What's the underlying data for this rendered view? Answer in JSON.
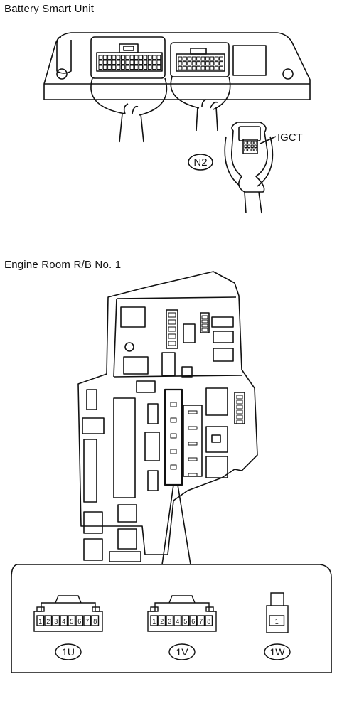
{
  "section_battery": {
    "title": "Battery Smart Unit",
    "wire_label": "IGCT",
    "connector_id": "N2"
  },
  "section_engine_room": {
    "title": "Engine Room R/B No. 1",
    "connectors": [
      {
        "id": "1U",
        "pins": [
          "1",
          "2",
          "3",
          "4",
          "5",
          "6",
          "7",
          "8"
        ]
      },
      {
        "id": "1V",
        "pins": [
          "1",
          "2",
          "3",
          "4",
          "5",
          "6",
          "7",
          "8"
        ]
      },
      {
        "id": "1W",
        "pins": [
          "1"
        ]
      }
    ]
  },
  "colors": {
    "line": "#111111",
    "background": "#ffffff"
  }
}
